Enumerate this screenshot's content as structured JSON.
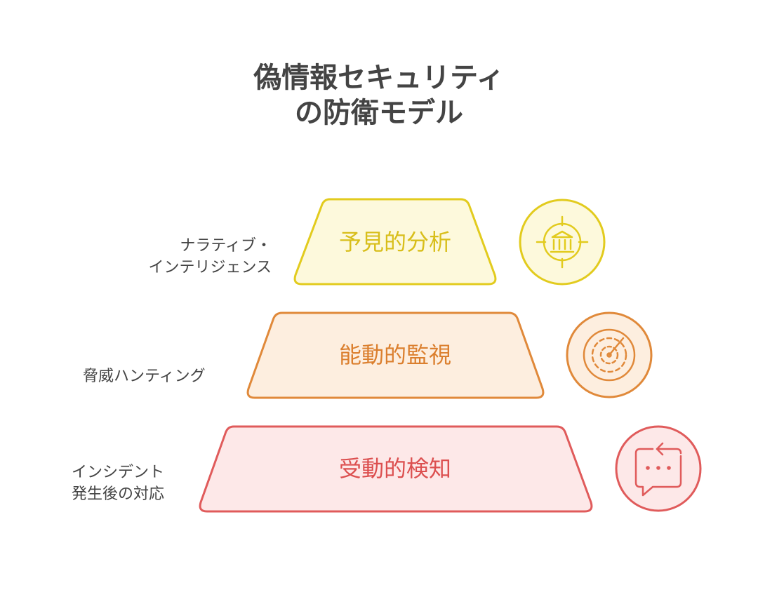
{
  "title": {
    "line1": "偽情報セキュリティ",
    "line2": "の防衛モデル"
  },
  "tiers": [
    {
      "label": "予見的分析",
      "side_label": [
        "ナラティブ・",
        "インテリジェンス"
      ],
      "icon": "bank-target-icon",
      "stroke": "#E2CB1E",
      "fill": "#FDF9DC",
      "text_color": "#D8BE1A"
    },
    {
      "label": "能動的監視",
      "side_label": [
        "脅威ハンティング"
      ],
      "icon": "radar-icon",
      "stroke": "#E0893A",
      "fill": "#FDEEDF",
      "text_color": "#DB7F2E"
    },
    {
      "label": "受動的検知",
      "side_label": [
        "インシデント",
        "発生後の対応"
      ],
      "icon": "message-refresh-icon",
      "stroke": "#E05B5B",
      "fill": "#FDE8E8",
      "text_color": "#DC4F4F"
    }
  ]
}
